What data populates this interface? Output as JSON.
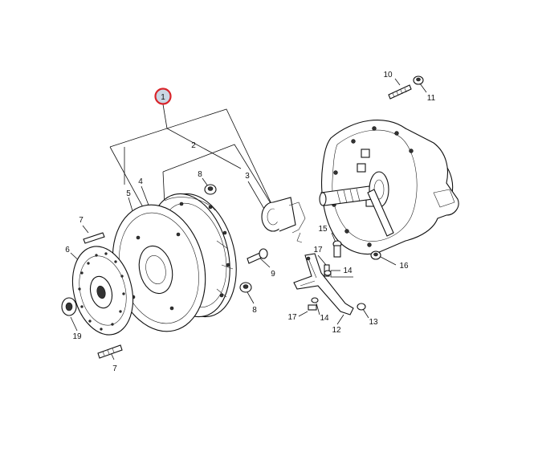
{
  "labels": {
    "c1": "1",
    "c2": "2",
    "c3": "3",
    "c4": "4",
    "c5": "5",
    "c6": "6",
    "c7a": "7",
    "c7b": "7",
    "c8a": "8",
    "c8b": "8",
    "c9": "9",
    "c10": "10",
    "c11": "11",
    "c12": "12",
    "c13": "13",
    "c14a": "14",
    "c14b": "14",
    "c15": "15",
    "c16": "16",
    "c17a": "17",
    "c17b": "17",
    "c19": "19"
  },
  "colors": {
    "highlight_ring": "#d9252b",
    "highlight_fill": "#c9d6e3",
    "line": "#111111"
  }
}
